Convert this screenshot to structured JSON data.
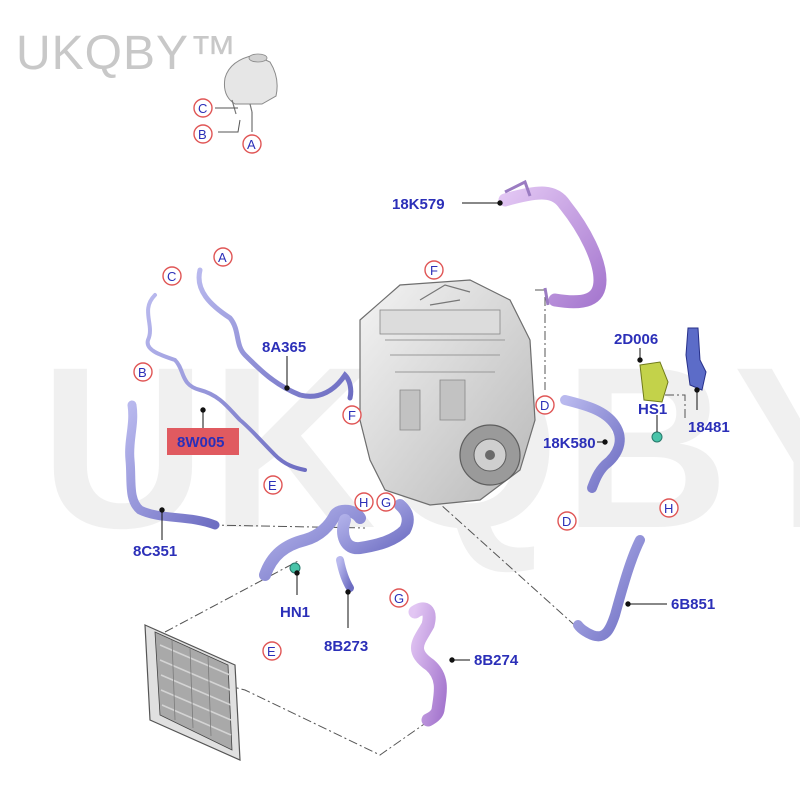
{
  "watermark": {
    "top": "UKQBY™",
    "center": "UKQBY™"
  },
  "parts": {
    "p18K579": "18K579",
    "p8A365": "8A365",
    "p8W005": "8W005",
    "p2D006": "2D006",
    "pHS1": "HS1",
    "p18481": "18481",
    "p18K580": "18K580",
    "p8C351": "8C351",
    "pHN1": "HN1",
    "p8B273": "8B273",
    "p8B274": "8B274",
    "p6B851": "6B851"
  },
  "letters": {
    "A": "A",
    "B": "B",
    "C": "C",
    "D": "D",
    "E": "E",
    "F": "F",
    "G": "G",
    "H": "H"
  },
  "colors": {
    "label": "#2b2fb8",
    "callout_ring": "#e05656",
    "highlight": "#e05a60",
    "hose_blue": "#8f8fd8",
    "hose_violet": "#c79be3"
  }
}
